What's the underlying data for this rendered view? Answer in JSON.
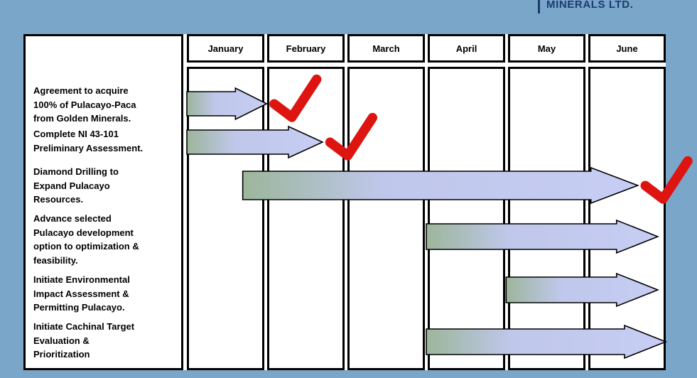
{
  "logo": {
    "name": "MINERALS LTD."
  },
  "colors": {
    "background": "#7AA6C9",
    "bar_start": "#9CB69B",
    "bar_mid": "#BFC7EA",
    "bar_end": "#C7CDF4",
    "bar_outline": "#000000",
    "check": "#DD1410",
    "logo_navy": "#1C3A6E"
  },
  "chart_data": {
    "type": "bar",
    "subtype": "gantt-timeline",
    "title": "",
    "x_axis_unit": "months",
    "months": [
      "January",
      "February",
      "March",
      "April",
      "May",
      "June"
    ],
    "month_range": [
      0,
      6
    ],
    "tasks": [
      {
        "label": "Agreement to acquire\n100% of Pulacayo-Paca\nfrom Golden Minerals.",
        "start_month": 0.0,
        "end_month": 1.0,
        "completed": true
      },
      {
        "label": "Complete NI 43-101\nPreliminary Assessment.",
        "start_month": 0.0,
        "end_month": 1.7,
        "completed": true
      },
      {
        "label": "Diamond Drilling to\nExpand  Pulacayo\nResources.",
        "start_month": 0.7,
        "end_month": 5.65,
        "completed": true
      },
      {
        "label": "Advance selected\nPulacayo development\noption to optimization &\nfeasibility.",
        "start_month": 3.0,
        "end_month": 5.9,
        "completed": false
      },
      {
        "label": "Initiate Environmental\nImpact Assessment &\nPermitting Pulacayo.",
        "start_month": 4.0,
        "end_month": 5.9,
        "completed": false
      },
      {
        "label": "Initiate Cachinal Target\nEvaluation &\nPrioritization",
        "start_month": 3.0,
        "end_month": 6.0,
        "completed": false
      }
    ]
  }
}
